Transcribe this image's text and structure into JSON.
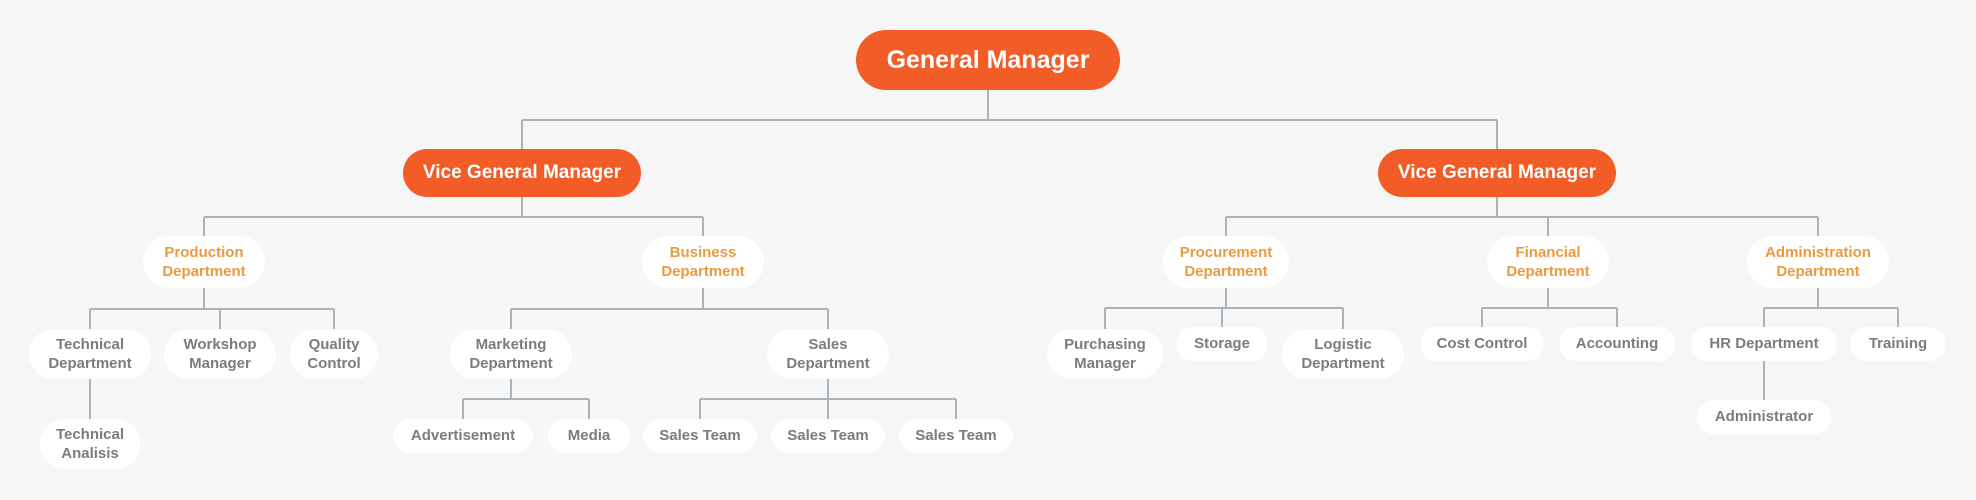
{
  "colors": {
    "background": "#f6f6f6",
    "accent": "#f25c27",
    "department_text": "#ea9a3f",
    "leaf_text": "#7c7c7c",
    "connector": "#a9b3bb"
  },
  "org_chart": {
    "id": "gm",
    "label": "General Manager",
    "children": [
      {
        "id": "vgm-left",
        "label": "Vice General Manager",
        "children": [
          {
            "id": "production",
            "label": "Production\nDepartment",
            "children": [
              {
                "id": "technical",
                "label": "Technical\nDepartment",
                "children": [
                  {
                    "id": "technical-analisis",
                    "label": "Technical\nAnalisis"
                  }
                ]
              },
              {
                "id": "workshop",
                "label": "Workshop\nManager"
              },
              {
                "id": "quality",
                "label": "Quality\nControl"
              }
            ]
          },
          {
            "id": "business",
            "label": "Business\nDepartment",
            "children": [
              {
                "id": "marketing",
                "label": "Marketing\nDepartment",
                "children": [
                  {
                    "id": "advertisement",
                    "label": "Advertisement"
                  },
                  {
                    "id": "media",
                    "label": "Media"
                  }
                ]
              },
              {
                "id": "sales",
                "label": "Sales\nDepartment",
                "children": [
                  {
                    "id": "sales-team-1",
                    "label": "Sales Team"
                  },
                  {
                    "id": "sales-team-2",
                    "label": "Sales Team"
                  },
                  {
                    "id": "sales-team-3",
                    "label": "Sales Team"
                  }
                ]
              }
            ]
          }
        ]
      },
      {
        "id": "vgm-right",
        "label": "Vice General Manager",
        "children": [
          {
            "id": "procurement",
            "label": "Procurement\nDepartment",
            "children": [
              {
                "id": "purchasing",
                "label": "Purchasing\nManager"
              },
              {
                "id": "storage",
                "label": "Storage"
              },
              {
                "id": "logistic",
                "label": "Logistic\nDepartment"
              }
            ]
          },
          {
            "id": "financial",
            "label": "Financial\nDepartment",
            "children": [
              {
                "id": "cost-control",
                "label": "Cost Control"
              },
              {
                "id": "accounting",
                "label": "Accounting"
              }
            ]
          },
          {
            "id": "administration",
            "label": "Administration\nDepartment",
            "children": [
              {
                "id": "hr",
                "label": "HR Department",
                "children": [
                  {
                    "id": "administrator",
                    "label": "Administrator"
                  }
                ]
              },
              {
                "id": "training",
                "label": "Training"
              }
            ]
          }
        ]
      }
    ]
  }
}
